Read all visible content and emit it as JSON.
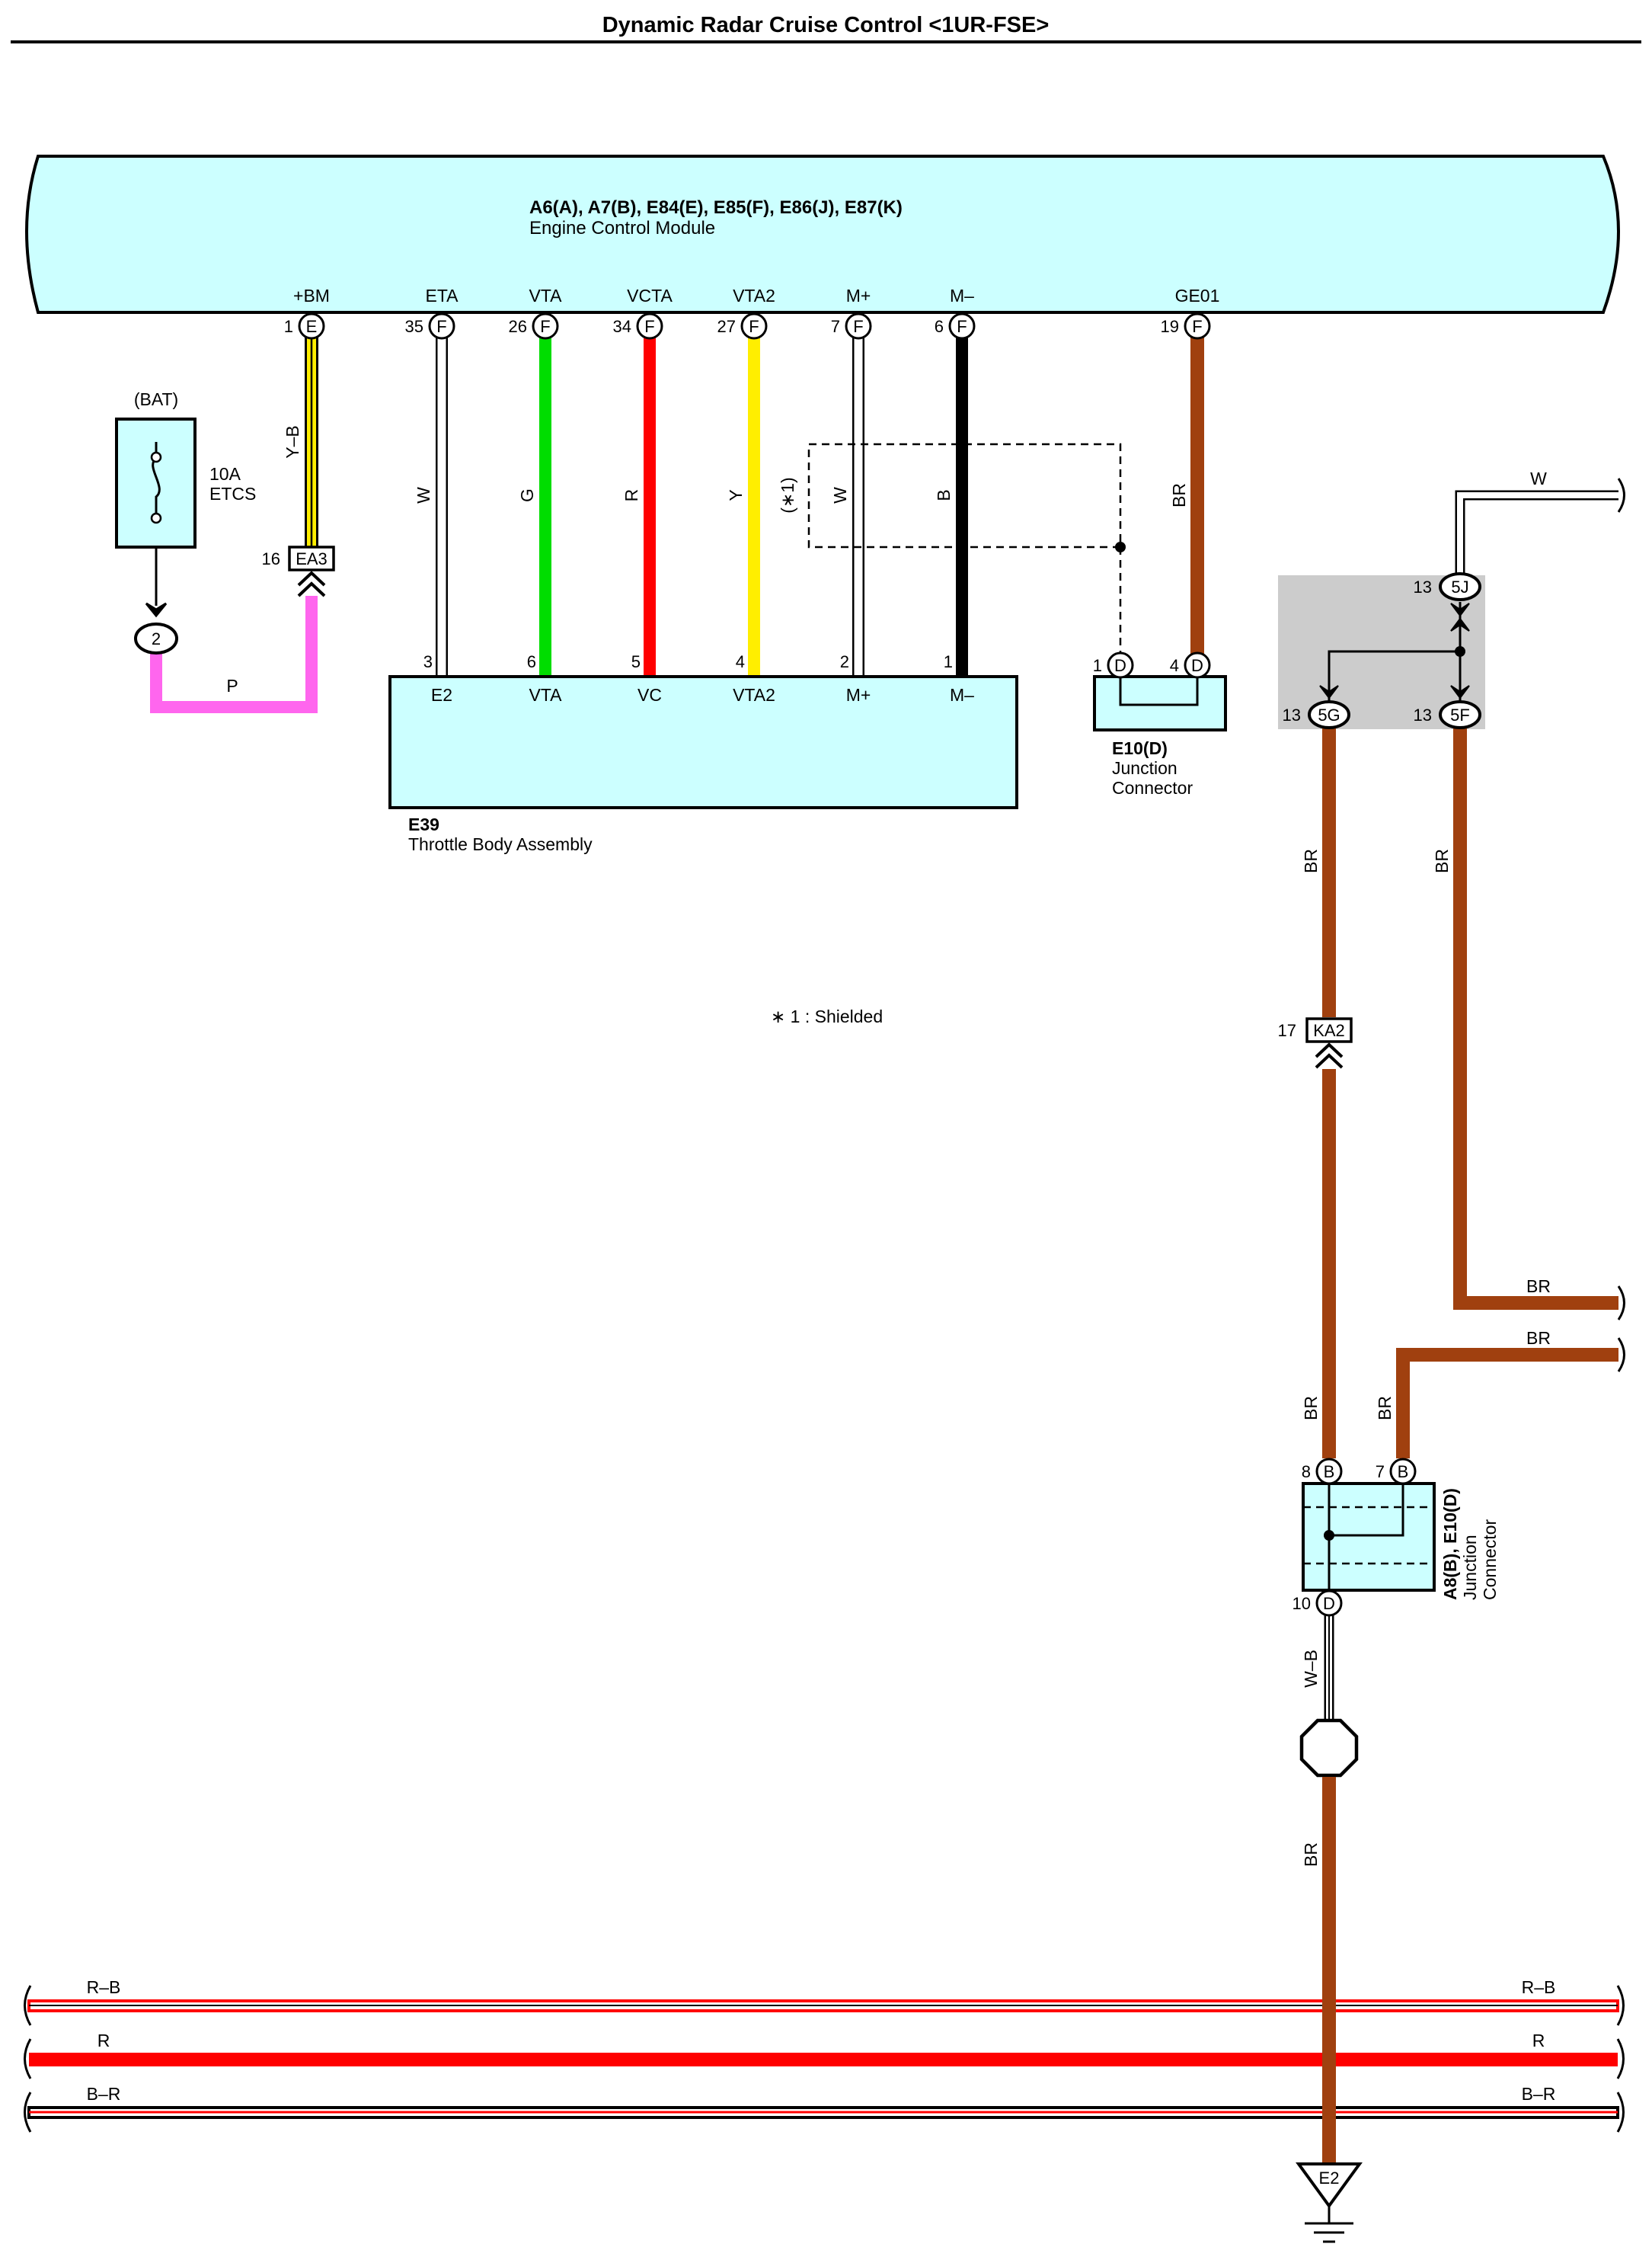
{
  "title": "Dynamic Radar Cruise Control <1UR-FSE>",
  "ecm": {
    "codes": "A6(A), A7(B), E84(E), E85(F), E86(J), E87(K)",
    "name": "Engine Control Module",
    "pins": [
      {
        "label": "+BM",
        "num": "1",
        "conn": "E",
        "wire": "Y–B"
      },
      {
        "label": "ETA",
        "num": "35",
        "conn": "F",
        "wire": "W"
      },
      {
        "label": "VTA",
        "num": "26",
        "conn": "F",
        "wire": "G"
      },
      {
        "label": "VCTA",
        "num": "34",
        "conn": "F",
        "wire": "R"
      },
      {
        "label": "VTA2",
        "num": "27",
        "conn": "F",
        "wire": "Y"
      },
      {
        "label": "M+",
        "num": "7",
        "conn": "F",
        "wire": "W"
      },
      {
        "label": "M–",
        "num": "6",
        "conn": "F",
        "wire": "B"
      },
      {
        "label": "GE01",
        "num": "19",
        "conn": "F",
        "wire": "BR"
      }
    ]
  },
  "fuse": {
    "source": "(BAT)",
    "rating": "10A",
    "name": "ETCS",
    "pin": "2",
    "wire": "P"
  },
  "ea3": {
    "num": "16",
    "label": "EA3"
  },
  "shield": {
    "mark": "(∗1)",
    "note": "∗ 1 : Shielded"
  },
  "throttle": {
    "code": "E39",
    "name": "Throttle Body Assembly",
    "pins": [
      {
        "num": "3",
        "label": "E2"
      },
      {
        "num": "6",
        "label": "VTA"
      },
      {
        "num": "5",
        "label": "VC"
      },
      {
        "num": "4",
        "label": "VTA2"
      },
      {
        "num": "2",
        "label": "M+"
      },
      {
        "num": "1",
        "label": "M–"
      }
    ]
  },
  "e10": {
    "code": "E10(D)",
    "line1": "Junction",
    "line2": "Connector",
    "pin1": "1",
    "pin2": "4",
    "conn": "D"
  },
  "joint": {
    "top_num": "13",
    "top_pin": "5J",
    "wire_in": "W",
    "left_num": "13",
    "left_pin": "5G",
    "right_num": "13",
    "right_pin": "5F"
  },
  "ka2": {
    "num": "17",
    "label": "KA2"
  },
  "br_label": "BR",
  "a8": {
    "code": "A8(B), E10(D)",
    "line1": "Junction",
    "line2": "Connector",
    "pin8": "8",
    "pin7": "7",
    "conn_b": "B",
    "pin10": "10",
    "conn_d": "D",
    "wire_out": "W–B"
  },
  "ground": {
    "label": "E2"
  },
  "buses": [
    {
      "name": "R–B",
      "color": "#ff0000"
    },
    {
      "name": "R",
      "color": "#ff0000"
    },
    {
      "name": "B–R",
      "color": "#000000"
    }
  ],
  "colors": {
    "module_fill": "#ccffff",
    "joint_fill": "#cccccc",
    "yellow_black": "#ffee00",
    "green": "#00dd00",
    "red": "#ff0000",
    "yellow": "#ffee00",
    "black": "#000000",
    "brown": "#a0400f",
    "pink": "#ff66ee"
  }
}
